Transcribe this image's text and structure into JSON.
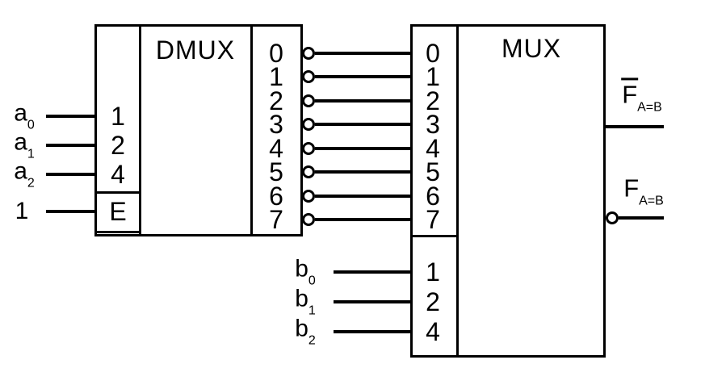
{
  "diagram": {
    "colors": {
      "line": "#000000",
      "background": "#ffffff"
    },
    "dmux": {
      "title": "DMUX",
      "select_labels": [
        "1",
        "2",
        "4"
      ],
      "enable": {
        "pin": "E",
        "input": "1"
      },
      "outputs": [
        "0",
        "1",
        "2",
        "3",
        "4",
        "5",
        "6",
        "7"
      ],
      "address": [
        {
          "base": "a",
          "sub": "0"
        },
        {
          "base": "a",
          "sub": "1"
        },
        {
          "base": "a",
          "sub": "2"
        }
      ]
    },
    "mux": {
      "title": "MUX",
      "inputs": [
        "0",
        "1",
        "2",
        "3",
        "4",
        "5",
        "6",
        "7"
      ],
      "select_labels": [
        "1",
        "2",
        "4"
      ],
      "address": [
        {
          "base": "b",
          "sub": "0"
        },
        {
          "base": "b",
          "sub": "1"
        },
        {
          "base": "b",
          "sub": "2"
        }
      ],
      "outputs": [
        {
          "base": "F",
          "sub": "A=B",
          "inverted": true
        },
        {
          "base": "F",
          "sub": "A=B",
          "inverted": false
        }
      ]
    }
  }
}
